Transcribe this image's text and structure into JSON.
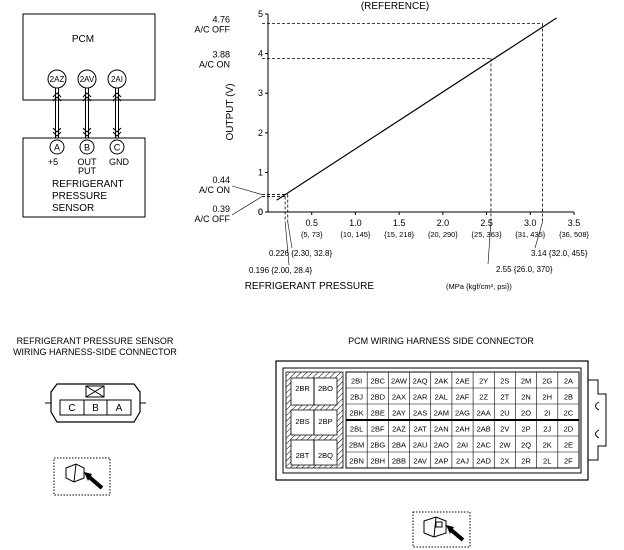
{
  "wiring": {
    "pcm_label": "PCM",
    "pcm_pins": [
      "2AZ",
      "2AV",
      "2AI"
    ],
    "sensor_pins": [
      "A",
      "B",
      "C"
    ],
    "pin_functions": [
      "+5",
      "OUT",
      "GND"
    ],
    "pin_function_extra": "PUT",
    "sensor_name_lines": [
      "REFRIGERANT",
      "PRESSURE",
      "SENSOR"
    ]
  },
  "chart_data": {
    "type": "line",
    "title": "(REFERENCE)",
    "ylabel": "OUTPUT (V)",
    "xlabel": "REFRIGERANT PRESSURE",
    "xlabel_units": "(MPa {kgf/cm², psi})",
    "xlim": [
      0,
      3.5
    ],
    "ylim": [
      0,
      5
    ],
    "x_ticks": [
      {
        "value": 0.5,
        "label": "0.5",
        "sub": "{5, 73}"
      },
      {
        "value": 1.0,
        "label": "1.0",
        "sub": "{10, 145}"
      },
      {
        "value": 1.5,
        "label": "1.5",
        "sub": "{15, 218}"
      },
      {
        "value": 2.0,
        "label": "2.0",
        "sub": "{20, 290}"
      },
      {
        "value": 2.5,
        "label": "2.5",
        "sub": "{25, 363}"
      },
      {
        "value": 3.0,
        "label": "3.0",
        "sub": "{31, 435}"
      },
      {
        "value": 3.5,
        "label": "3.5",
        "sub": "{36, 508}"
      }
    ],
    "y_ticks": [
      0,
      1,
      2,
      3,
      4,
      5
    ],
    "x_zero_label": "0",
    "series": [
      {
        "x": [
          0.1,
          3.3
        ],
        "y": [
          0.3,
          4.9
        ]
      }
    ],
    "reference_points": [
      {
        "x": 0.196,
        "y": 0.39,
        "y_label": [
          "0.39",
          "A/C OFF"
        ],
        "x_label": "0.196 {2.00, 28.4}"
      },
      {
        "x": 0.226,
        "y": 0.44,
        "y_label": [
          "0.44",
          "A/C ON"
        ],
        "x_label": "0.226 {2.30, 32.8}"
      },
      {
        "x": 2.55,
        "y": 3.88,
        "y_label": [
          "3.88",
          "A/C ON"
        ],
        "x_label": "2.55 {26.0, 370}"
      },
      {
        "x": 3.14,
        "y": 4.76,
        "y_label": [
          "4.76",
          "A/C OFF"
        ],
        "x_label": "3.14 {32.0, 455}"
      }
    ]
  },
  "sensor_connector": {
    "title_lines": [
      "REFRIGERANT PRESSURE SENSOR",
      "WIRING HARNESS-SIDE CONNECTOR"
    ],
    "pins": [
      "C",
      "B",
      "A"
    ]
  },
  "pcm_connector": {
    "title": "PCM WIRING HARNESS SIDE CONNECTOR",
    "left_pins": [
      "2BR",
      "2BO",
      "2BS",
      "2BP",
      "2BT",
      "2BQ"
    ],
    "rows": [
      [
        "2BI",
        "2BC",
        "2AW",
        "2AQ",
        "2AK",
        "2AE",
        "2Y",
        "2S",
        "2M",
        "2G",
        "2A"
      ],
      [
        "2BJ",
        "2BD",
        "2AX",
        "2AR",
        "2AL",
        "2AF",
        "2Z",
        "2T",
        "2N",
        "2H",
        "2B"
      ],
      [
        "2BK",
        "2BE",
        "2AY",
        "2AS",
        "2AM",
        "2AG",
        "2AA",
        "2U",
        "2O",
        "2I",
        "2C"
      ],
      [
        "2BL",
        "2BF",
        "2AZ",
        "2AT",
        "2AN",
        "2AH",
        "2AB",
        "2V",
        "2P",
        "2J",
        "2D"
      ],
      [
        "2BM",
        "2BG",
        "2BA",
        "2AU",
        "2AO",
        "2AI",
        "2AC",
        "2W",
        "2Q",
        "2K",
        "2E"
      ],
      [
        "2BN",
        "2BH",
        "2BB",
        "2AV",
        "2AP",
        "2AJ",
        "2AD",
        "2X",
        "2R",
        "2L",
        "2F"
      ]
    ]
  }
}
